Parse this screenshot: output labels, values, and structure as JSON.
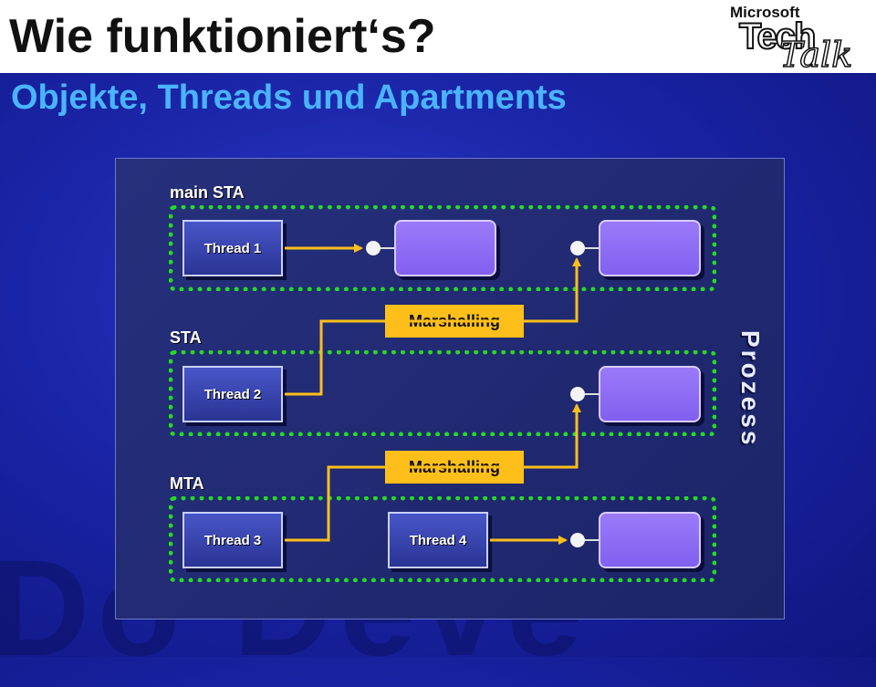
{
  "title": "Wie funktioniert‘s?",
  "subtitle": "Objekte, Threads und Apartments",
  "logo": {
    "brand": "Microsoft",
    "word1": "Tech",
    "word2": "Talk"
  },
  "process_label": "Prozess",
  "apartments": [
    {
      "label": "main STA"
    },
    {
      "label": "STA"
    },
    {
      "label": "MTA"
    }
  ],
  "threads": [
    "Thread 1",
    "Thread 2",
    "Thread 3",
    "Thread 4"
  ],
  "marshalling": [
    "Marshalling",
    "Marshalling"
  ],
  "colors": {
    "connector": "#ffbf1a",
    "apartment_border": "#22dd22",
    "object": "#8a6af2",
    "subtitle": "#49b4ff"
  }
}
